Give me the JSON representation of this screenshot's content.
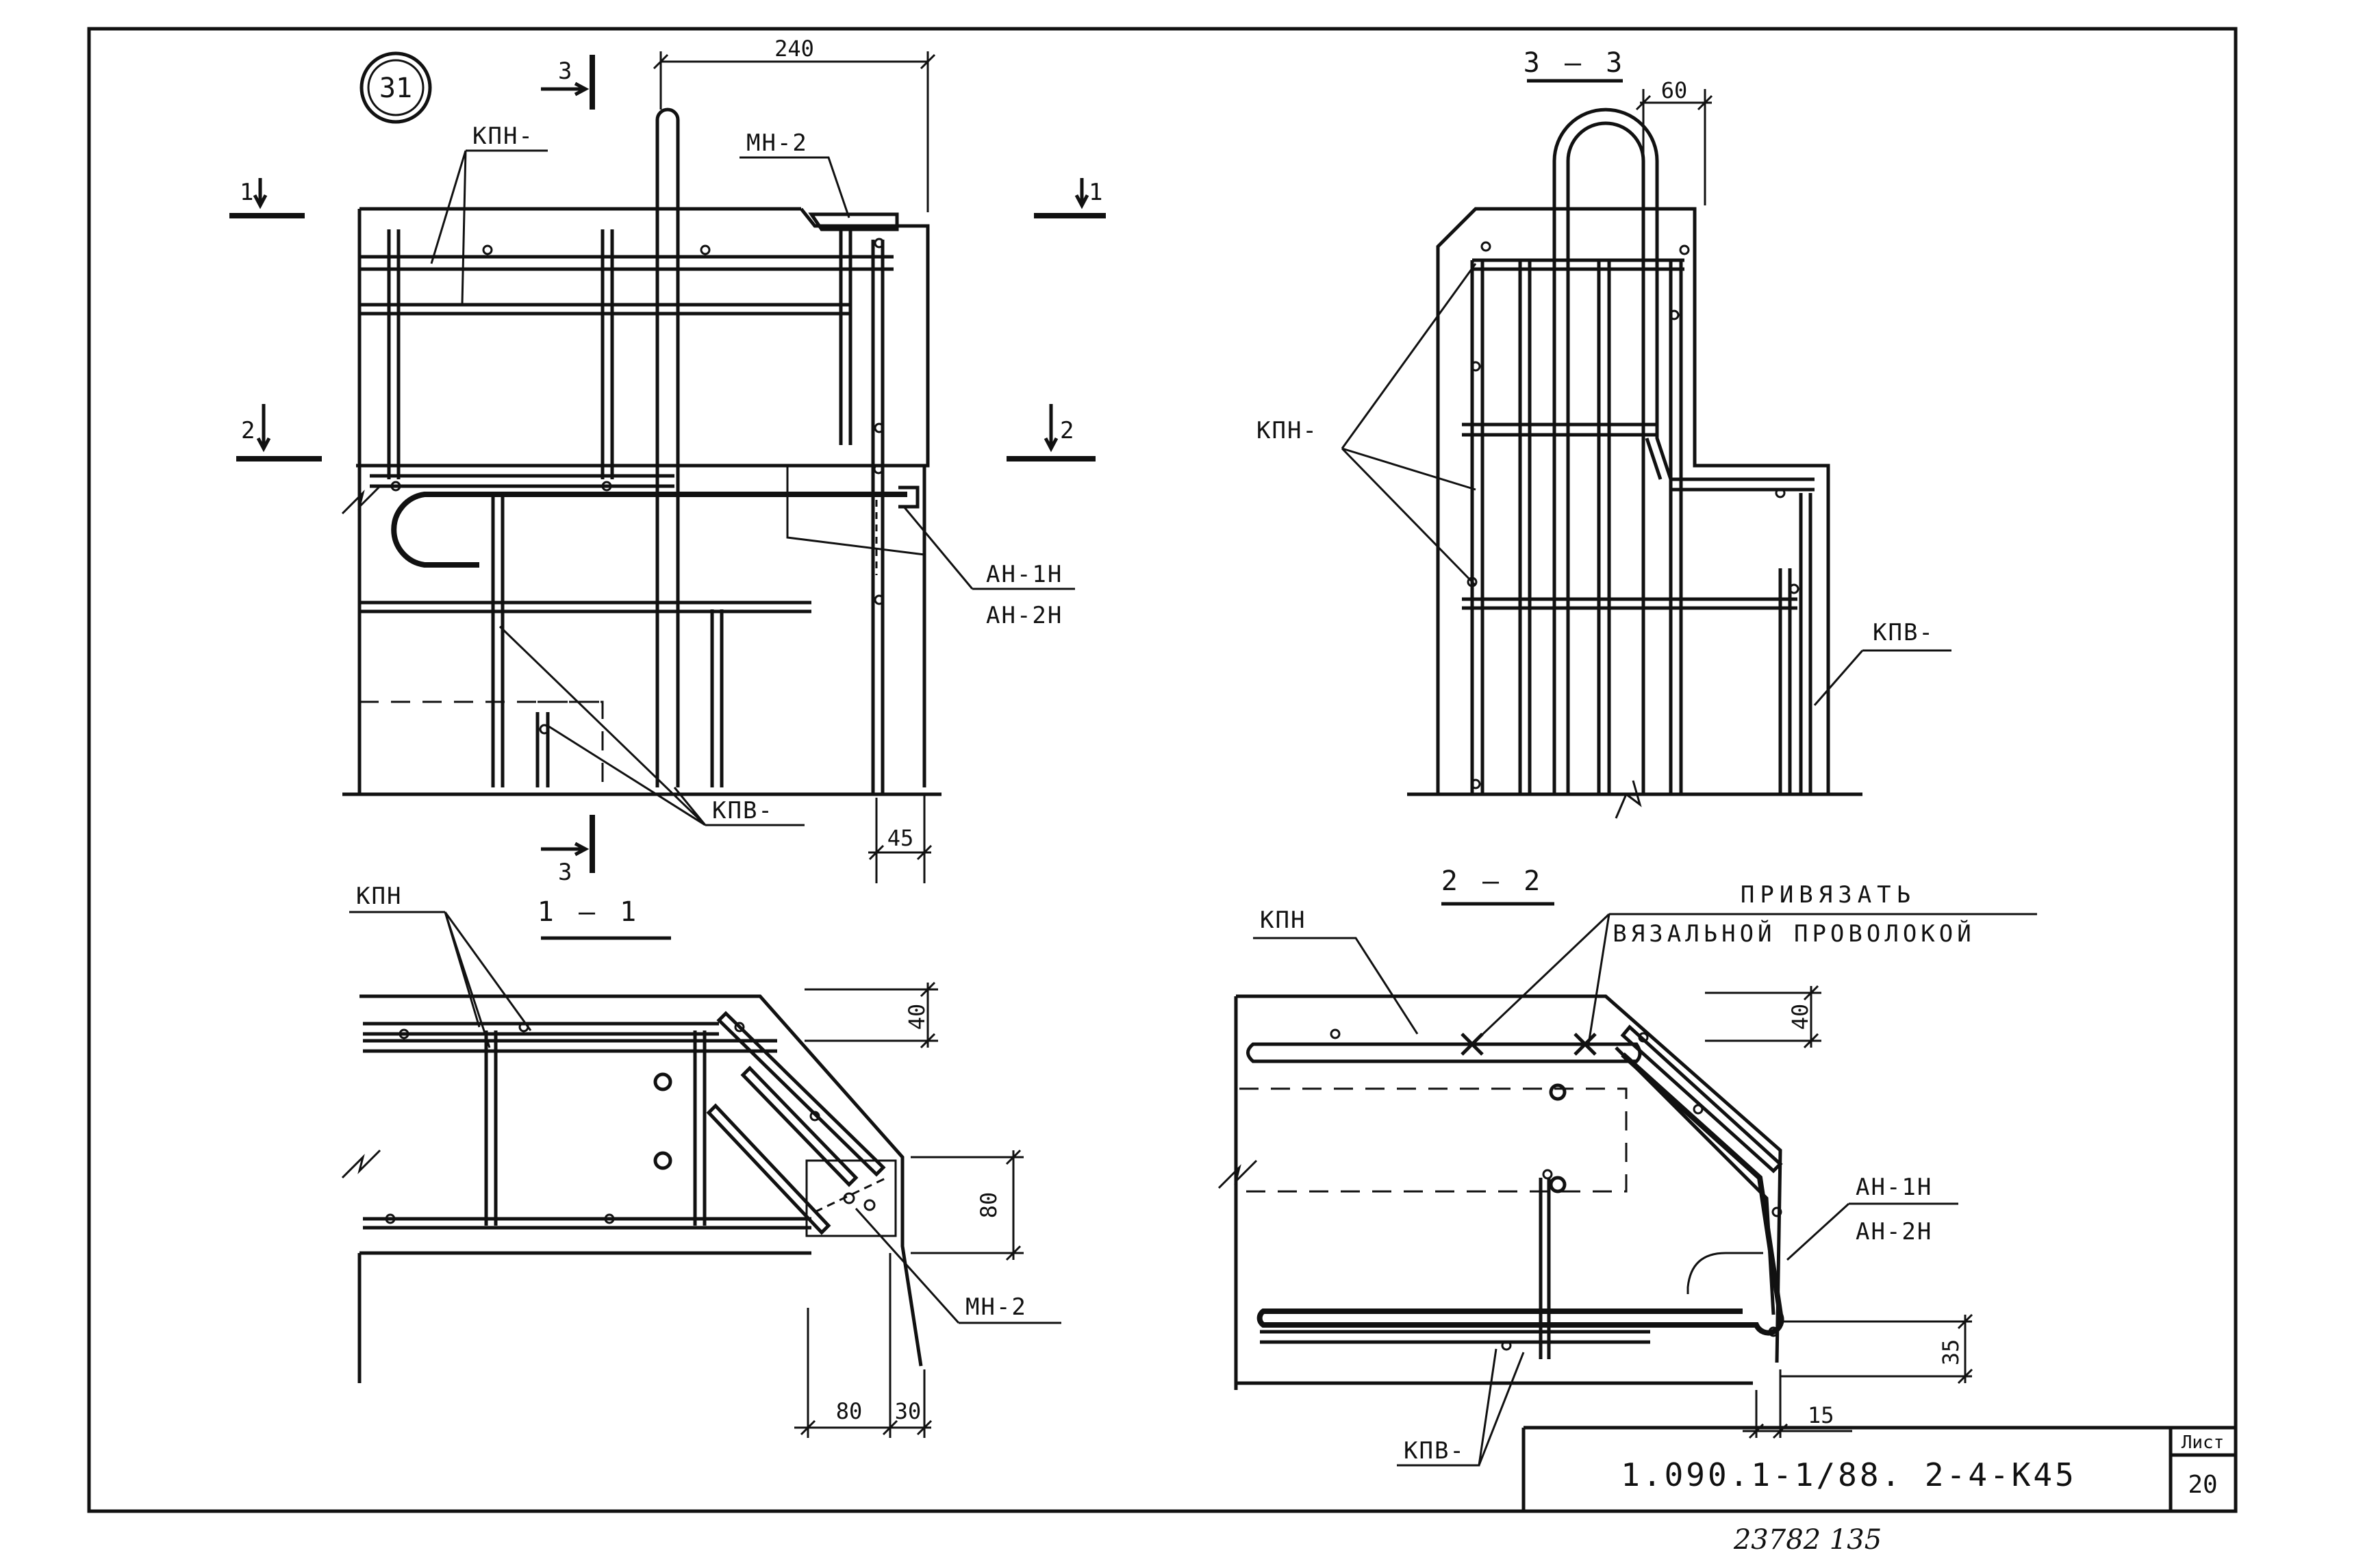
{
  "sheet": {
    "detail_number": "31",
    "code": "1.090.1-1/88. 2-4-К45",
    "sheet_label": "Лист",
    "sheet_number": "20",
    "footer_number": "23782 135"
  },
  "views": {
    "main": {
      "section_marks": [
        "1",
        "1",
        "2",
        "2",
        "3",
        "3"
      ],
      "labels": {
        "kpn": "КПН-",
        "mn": "МН-2",
        "an1": "АН-1Н",
        "an2": "АН-2Н",
        "kpv": "КПВ-"
      },
      "dims": {
        "top": "240",
        "right": "45"
      }
    },
    "section_3_3": {
      "title": "3 — 3",
      "labels": {
        "kpn": "КПН-",
        "kpv": "КПВ-"
      },
      "dims": {
        "top": "60"
      }
    },
    "section_1_1": {
      "title": "1 — 1",
      "labels": {
        "kpn": "КПН",
        "mn": "МН-2"
      },
      "dims": {
        "a": "40",
        "b": "80",
        "c": "80",
        "d": "30"
      }
    },
    "section_2_2": {
      "title": "2 — 2",
      "note_line1": "ПРИВЯЗАТЬ",
      "note_line2": "ВЯЗАЛЬНОЙ ПРОВОЛОКОЙ",
      "labels": {
        "kpn": "КПН",
        "an1": "АН-1Н",
        "an2": "АН-2Н",
        "kpv": "КПВ-"
      },
      "dims": {
        "a": "40",
        "b": "35",
        "c": "15"
      }
    }
  }
}
